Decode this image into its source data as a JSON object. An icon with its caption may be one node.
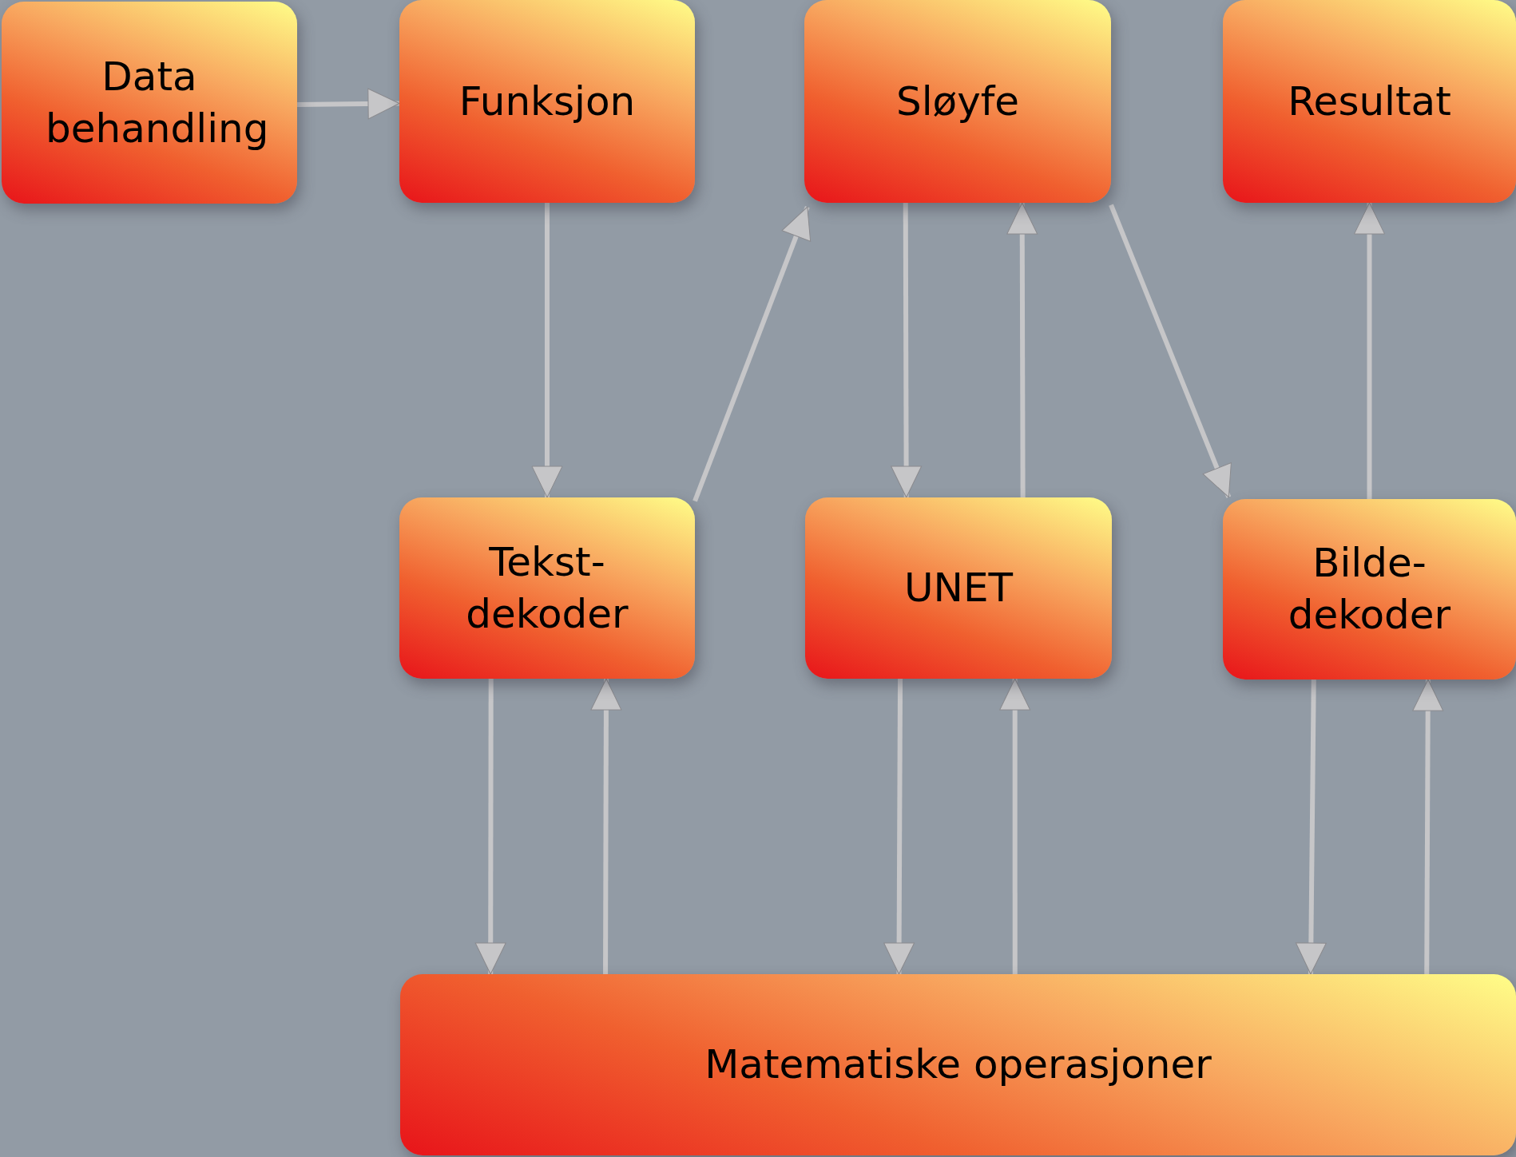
{
  "diagram": {
    "nodes": [
      {
        "text": [
          "Data behandling"
        ]
      },
      {
        "text": [
          "Funksjon"
        ]
      },
      {
        "text": [
          "Sløyfe"
        ]
      },
      {
        "text": [
          "Resultat"
        ]
      },
      {
        "text": [
          "Tekst- dekoder"
        ]
      },
      {
        "text": [
          "UNET"
        ]
      },
      {
        "text": [
          "Bilde- dekoder"
        ]
      },
      {
        "text": [
          "Matematiske operasjoner"
        ]
      }
    ],
    "edges": [
      {
        "from": 0,
        "to": 1,
        "arrow": "to"
      },
      {
        "from": 1,
        "to": 4,
        "arrow": "to"
      },
      {
        "from": 4,
        "to": 2,
        "arrow": "to"
      },
      {
        "from": 2,
        "to": 5,
        "arrow": "to"
      },
      {
        "from": 5,
        "to": 2,
        "arrow": "to"
      },
      {
        "from": 2,
        "to": 6,
        "arrow": "to"
      },
      {
        "from": 6,
        "to": 3,
        "arrow": "to"
      },
      {
        "from": 4,
        "to": 7,
        "arrow": "to"
      },
      {
        "from": 7,
        "to": 4,
        "arrow": "to"
      },
      {
        "from": 5,
        "to": 7,
        "arrow": "to"
      },
      {
        "from": 7,
        "to": 5,
        "arrow": "to"
      },
      {
        "from": 6,
        "to": 7,
        "arrow": "to"
      },
      {
        "from": 7,
        "to": 6,
        "arrow": "to"
      }
    ]
  }
}
